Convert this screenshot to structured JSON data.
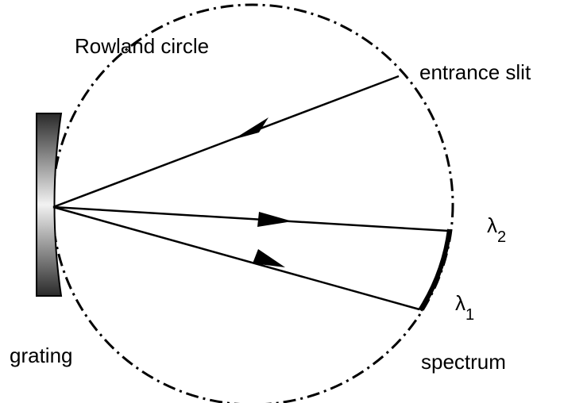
{
  "diagram": {
    "labels": {
      "circle": "Rowland circle",
      "slit": "entrance slit",
      "grating": "grating",
      "spectrum": "spectrum"
    },
    "wavelengths": {
      "lambda2": {
        "symbol": "λ",
        "subscript": "2"
      },
      "lambda1": {
        "symbol": "λ",
        "subscript": "1"
      }
    },
    "colors": {
      "line": "#000000",
      "grating_dark": "#2a2a2a",
      "grating_light": "#f2f2f2",
      "background": "#ffffff"
    }
  }
}
